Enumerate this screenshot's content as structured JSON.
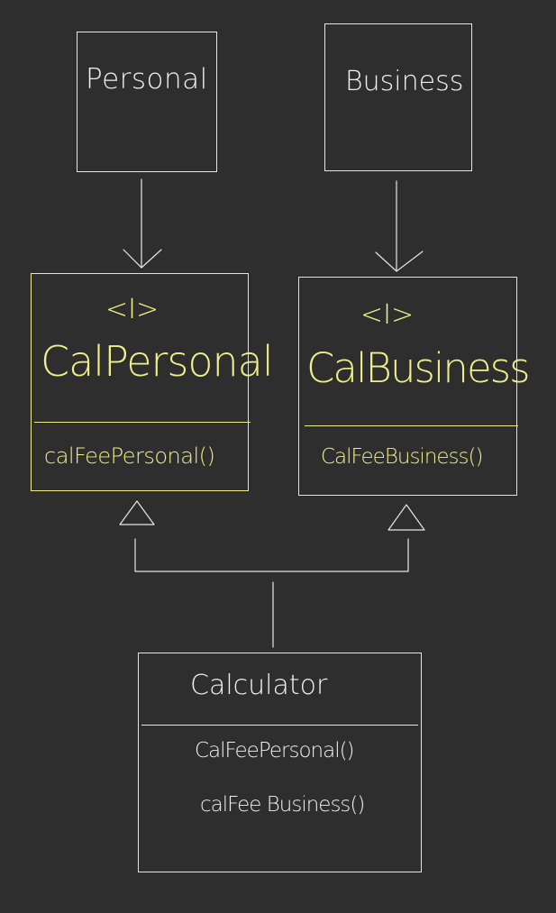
{
  "colors": {
    "background": "#2e2e2e",
    "class_stroke": "#e6e6e6",
    "interface_stroke": "#ecec8c",
    "interface_text": "#f0f08a",
    "class_text": "#f0f0f0"
  },
  "diagram": {
    "personal": {
      "name": "Personal"
    },
    "business": {
      "name": "Business"
    },
    "cal_personal": {
      "stereotype": "<I>",
      "name": "CalPersonal",
      "method": "calFeePersonal()"
    },
    "cal_business": {
      "stereotype": "<I>",
      "name": "CalBusiness",
      "method": "CalFeeBusiness()"
    },
    "calculator": {
      "name": "Calculator",
      "methods": [
        "CalFeePersonal()",
        "calFee Business()"
      ]
    }
  }
}
